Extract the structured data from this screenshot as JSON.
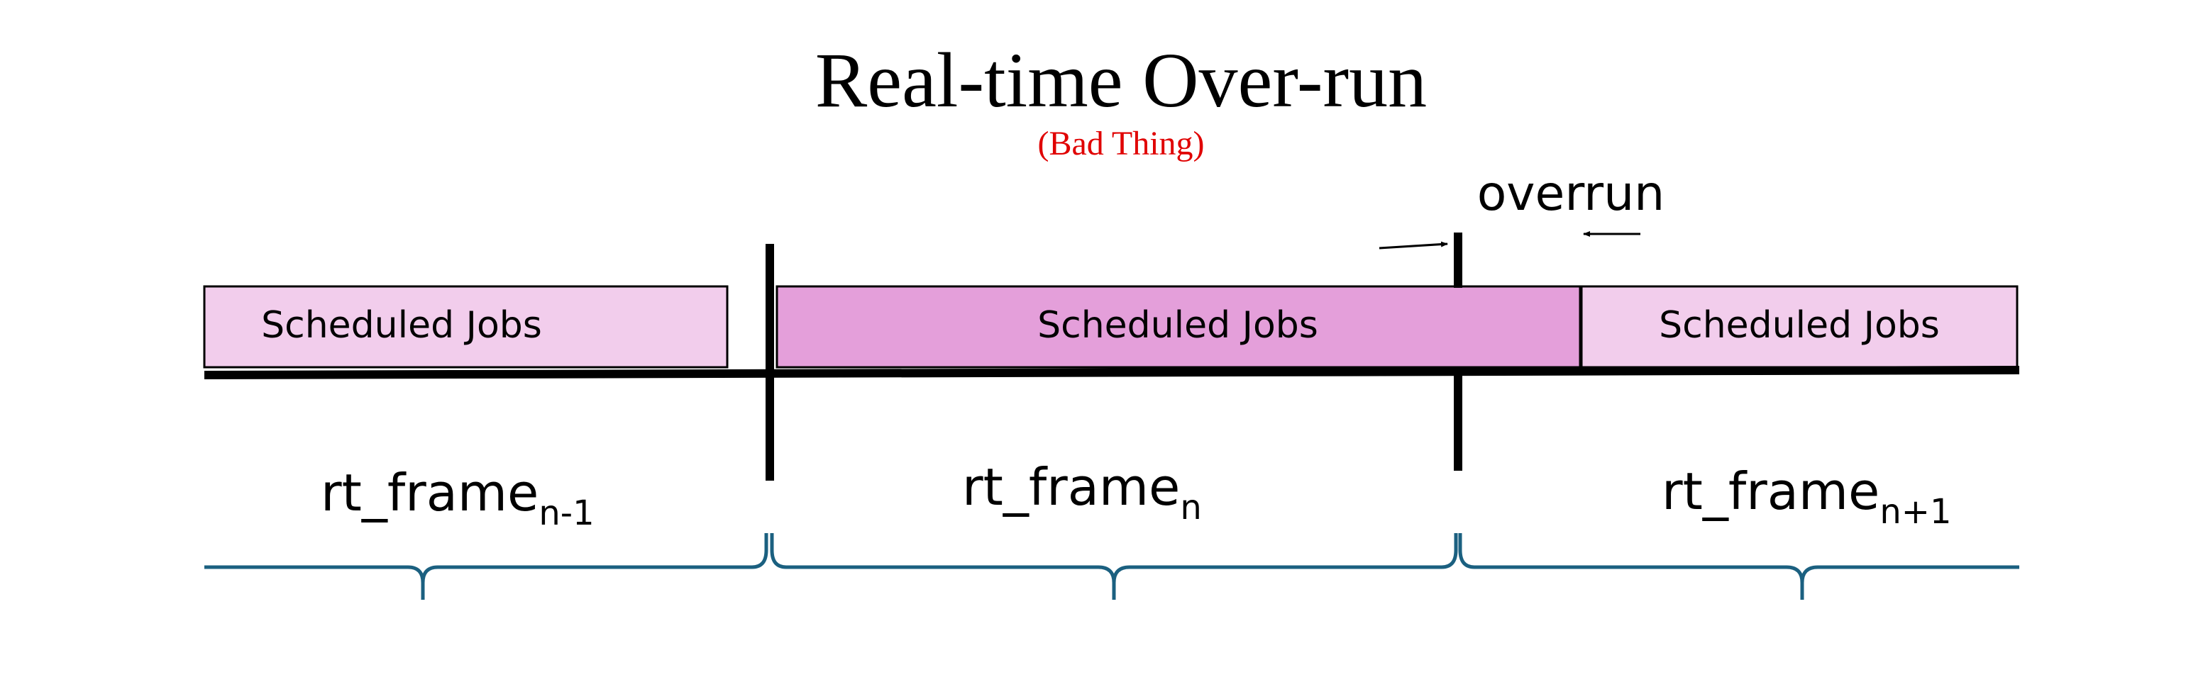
{
  "title": "Real-time Over-run",
  "subtitle": "(Bad Thing)",
  "overrun_label": "overrun",
  "jobs": {
    "left": "Scheduled Jobs",
    "center": "Scheduled Jobs",
    "right": "Scheduled Jobs"
  },
  "frames": [
    {
      "base": "rt_frame",
      "sub": "n-1"
    },
    {
      "base": "rt_frame",
      "sub": "n"
    },
    {
      "base": "rt_frame",
      "sub": "n+1"
    }
  ],
  "colors": {
    "subtitle": "#e00000",
    "job_light": "#f2cdec",
    "job_dark": "#e49fda",
    "brace": "#1b6080",
    "line": "#000000"
  }
}
